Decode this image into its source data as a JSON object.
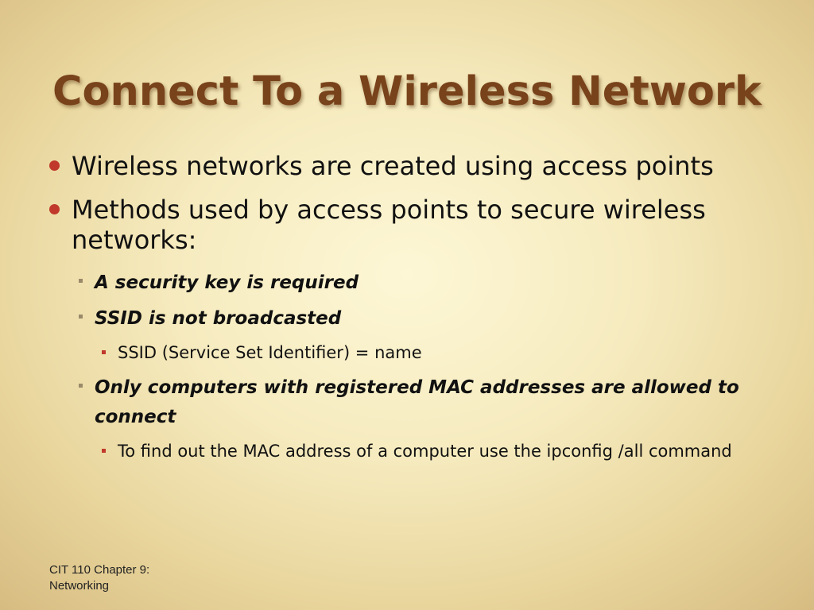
{
  "slide": {
    "title": "Connect To a Wireless Network",
    "bullets": [
      "Wireless networks are created using access points",
      "Methods used by access points to secure wireless networks:"
    ],
    "sub_bullets": [
      "A security key is required",
      "SSID is not broadcasted",
      "Only computers with registered MAC addresses are allowed to connect"
    ],
    "sub_sub_bullets": [
      "SSID (Service Set Identifier) = name",
      "To find out the MAC address of a computer use the ipconfig /all command"
    ],
    "footer": {
      "line1": "CIT 110 Chapter 9:",
      "line2": "Networking"
    }
  },
  "colors": {
    "title": "#78421a",
    "bullet_primary": "#c0392b",
    "bullet_secondary": "#9a8a6a",
    "text": "#111111"
  }
}
